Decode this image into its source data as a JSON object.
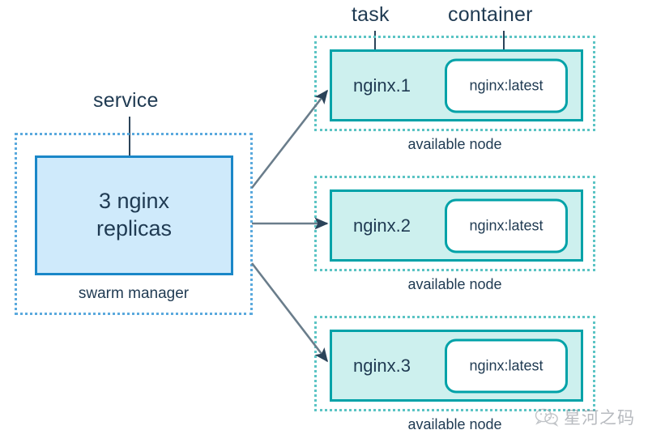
{
  "diagram": {
    "callouts": [
      {
        "id": "service",
        "label": "service"
      },
      {
        "id": "task",
        "label": "task"
      },
      {
        "id": "container",
        "label": "container"
      }
    ],
    "service": {
      "box_text_line1": "3 nginx",
      "box_text_line2": "replicas",
      "caption": "swarm manager",
      "fill_color": "#cfeafb",
      "border_color": "#1a87c8",
      "group_border_color": "#5aa9dd"
    },
    "nodes": [
      {
        "task_label": "nginx.1",
        "container_label": "nginx:latest",
        "caption": "available node"
      },
      {
        "task_label": "nginx.2",
        "container_label": "nginx:latest",
        "caption": "available node"
      },
      {
        "task_label": "nginx.3",
        "container_label": "nginx:latest",
        "caption": "available node"
      }
    ],
    "node_style": {
      "fill_color": "#cdf0ee",
      "border_color": "#00a2a8",
      "group_border_color": "#5bc4c4",
      "container_fill": "#ffffff"
    },
    "arrow_color": "#4a5f6e",
    "text_color": "#1f3a52"
  },
  "watermark": {
    "text": "星河之码",
    "icon": "wechat-icon"
  }
}
